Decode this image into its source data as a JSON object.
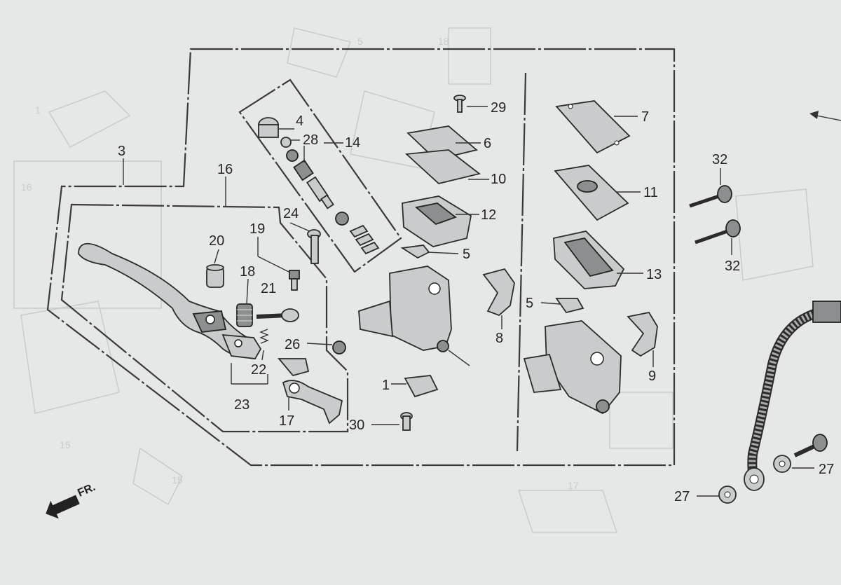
{
  "direction_label": "FR.",
  "callouts": {
    "c1": "1",
    "c3": "3",
    "c4": "4",
    "c5a": "5",
    "c5b": "5",
    "c6": "6",
    "c7": "7",
    "c8": "8",
    "c9": "9",
    "c10": "10",
    "c11": "11",
    "c12": "12",
    "c13": "13",
    "c14": "14",
    "c16": "16",
    "c17": "17",
    "c18": "18",
    "c19": "19",
    "c20": "20",
    "c21": "21",
    "c22": "22",
    "c23": "23",
    "c24": "24",
    "c26": "26",
    "c27a": "27",
    "c27b": "27",
    "c28": "28",
    "c29": "29",
    "c30": "30",
    "c32a": "32",
    "c32b": "32"
  },
  "ghost_labels": {
    "g5": "5",
    "g18": "18",
    "g1": "1",
    "g16": "16",
    "g15a": "15",
    "g15b": "15",
    "g17": "17"
  }
}
